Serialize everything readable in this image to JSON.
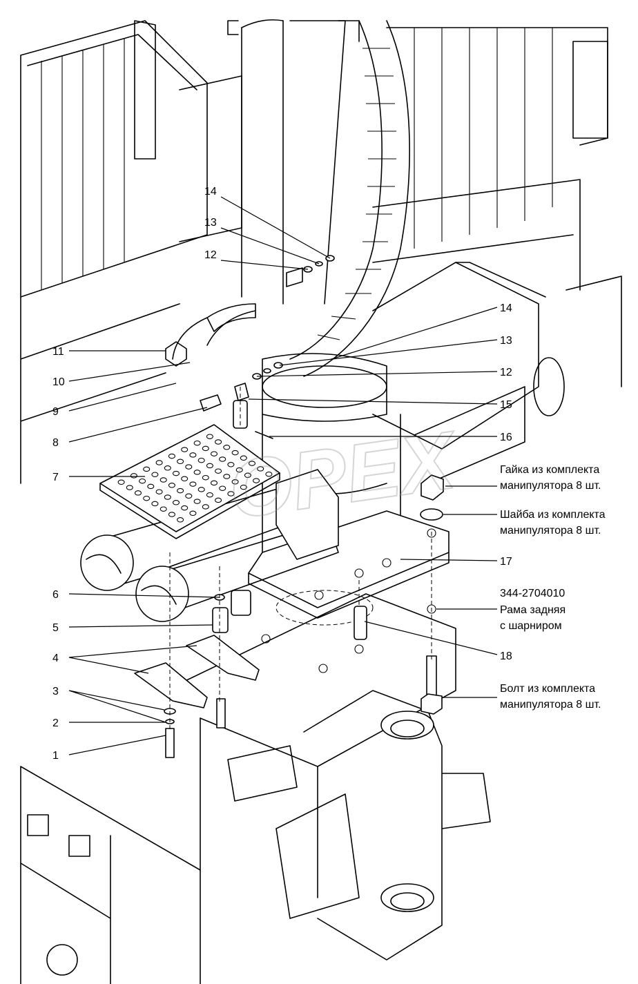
{
  "watermark": "OPEX",
  "callouts": {
    "c14a": "14",
    "c13a": "13",
    "c12a": "12",
    "c11": "11",
    "c10": "10",
    "c9": "9",
    "c8": "8",
    "c7": "7",
    "c6": "6",
    "c5": "5",
    "c4": "4",
    "c3": "3",
    "c2": "2",
    "c1": "1",
    "c14b": "14",
    "c13b": "13",
    "c12b": "12",
    "c15": "15",
    "c16": "16",
    "c17": "17",
    "c18": "18"
  },
  "notes": {
    "nut_line1": "Гайка из комплекта",
    "nut_line2": "манипулятора 8 шт.",
    "washer_line1": "Шайба из комплекта",
    "washer_line2": "манипулятора 8 шт.",
    "frame_code": "344-2704010",
    "frame_line1": "Рама задняя",
    "frame_line2": "с шарниром",
    "bolt_line1": "Болт из комплекта",
    "bolt_line2": "манипулятора 8 шт."
  }
}
